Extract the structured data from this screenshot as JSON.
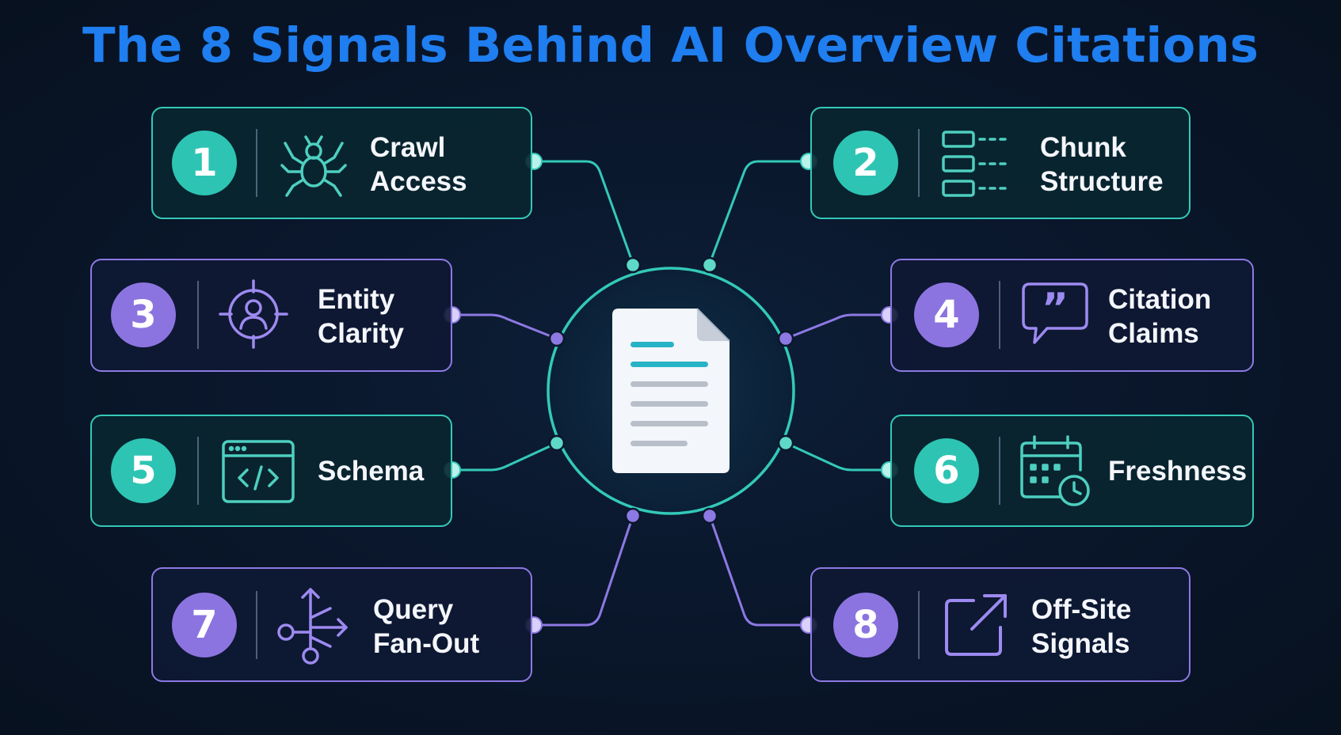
{
  "title": "The 8 Signals Behind AI Overview Citations",
  "colors": {
    "title": "#1f7ef0",
    "teal": "#33c9b8",
    "violet": "#8d79e3",
    "background": "#0a172c"
  },
  "center": {
    "icon": "document-icon"
  },
  "signals": [
    {
      "number": "1",
      "label": "Crawl\nAccess",
      "icon": "spider-icon",
      "accent": "teal"
    },
    {
      "number": "2",
      "label": "Chunk\nStructure",
      "icon": "chunk-blocks-icon",
      "accent": "teal"
    },
    {
      "number": "3",
      "label": "Entity\nClarity",
      "icon": "target-person-icon",
      "accent": "violet"
    },
    {
      "number": "4",
      "label": "Citation\nClaims",
      "icon": "quote-bubble-icon",
      "accent": "violet"
    },
    {
      "number": "5",
      "label": "Schema",
      "icon": "code-window-icon",
      "accent": "teal"
    },
    {
      "number": "6",
      "label": "Freshness",
      "icon": "calendar-clock-icon",
      "accent": "teal"
    },
    {
      "number": "7",
      "label": "Query\nFan-Out",
      "icon": "fan-out-arrows-icon",
      "accent": "violet"
    },
    {
      "number": "8",
      "label": "Off-Site\nSignals",
      "icon": "external-link-icon",
      "accent": "violet"
    }
  ]
}
